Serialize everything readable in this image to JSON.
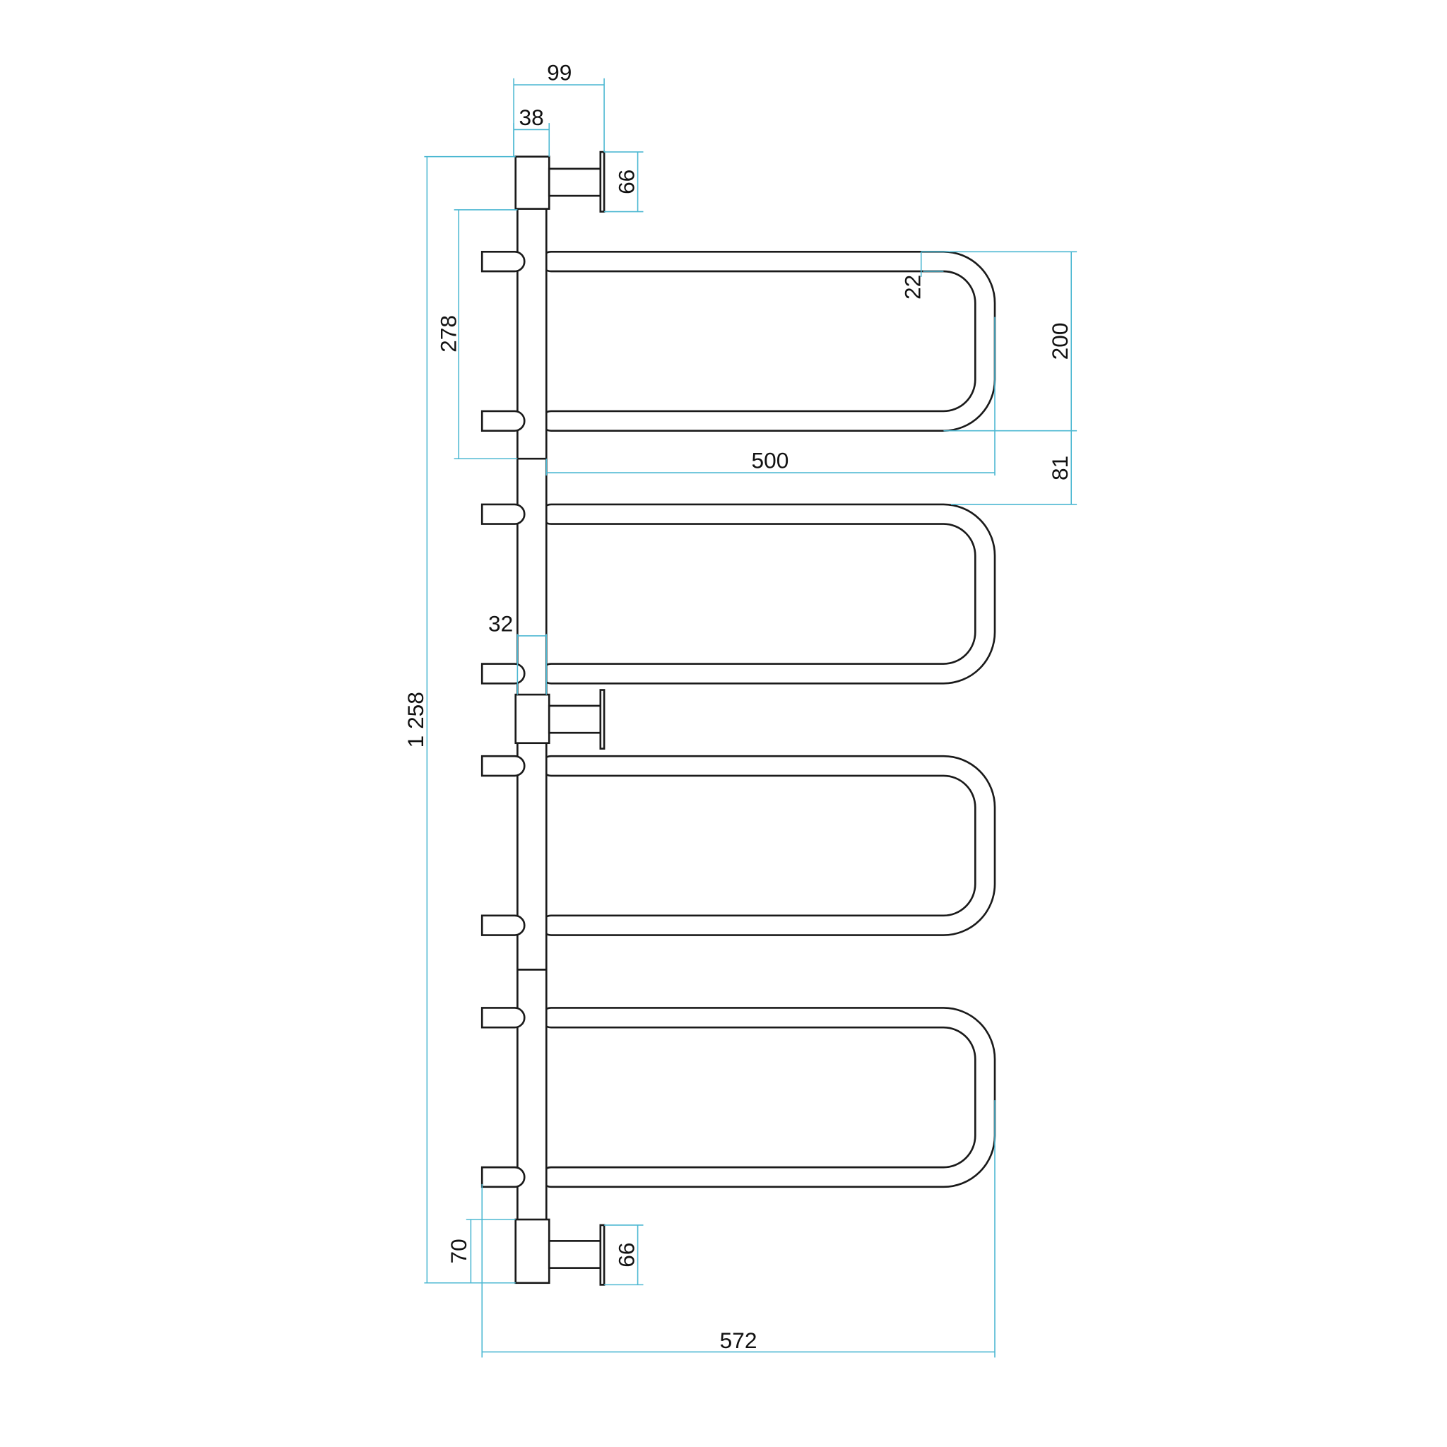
{
  "dimensions": {
    "bracket_depth": "99",
    "pipe_width_top": "38",
    "plate_height_top": "66",
    "overall_height": "1 258",
    "top_offset": "278",
    "tube_diameter": "22",
    "u_height": "200",
    "u_length": "500",
    "u_gap": "81",
    "pipe_width": "32",
    "bottom_offset": "70",
    "plate_height_bottom": "66",
    "overall_width": "572"
  },
  "colors": {
    "dimension": "#4db8d2",
    "outline": "#1a1a1a"
  }
}
